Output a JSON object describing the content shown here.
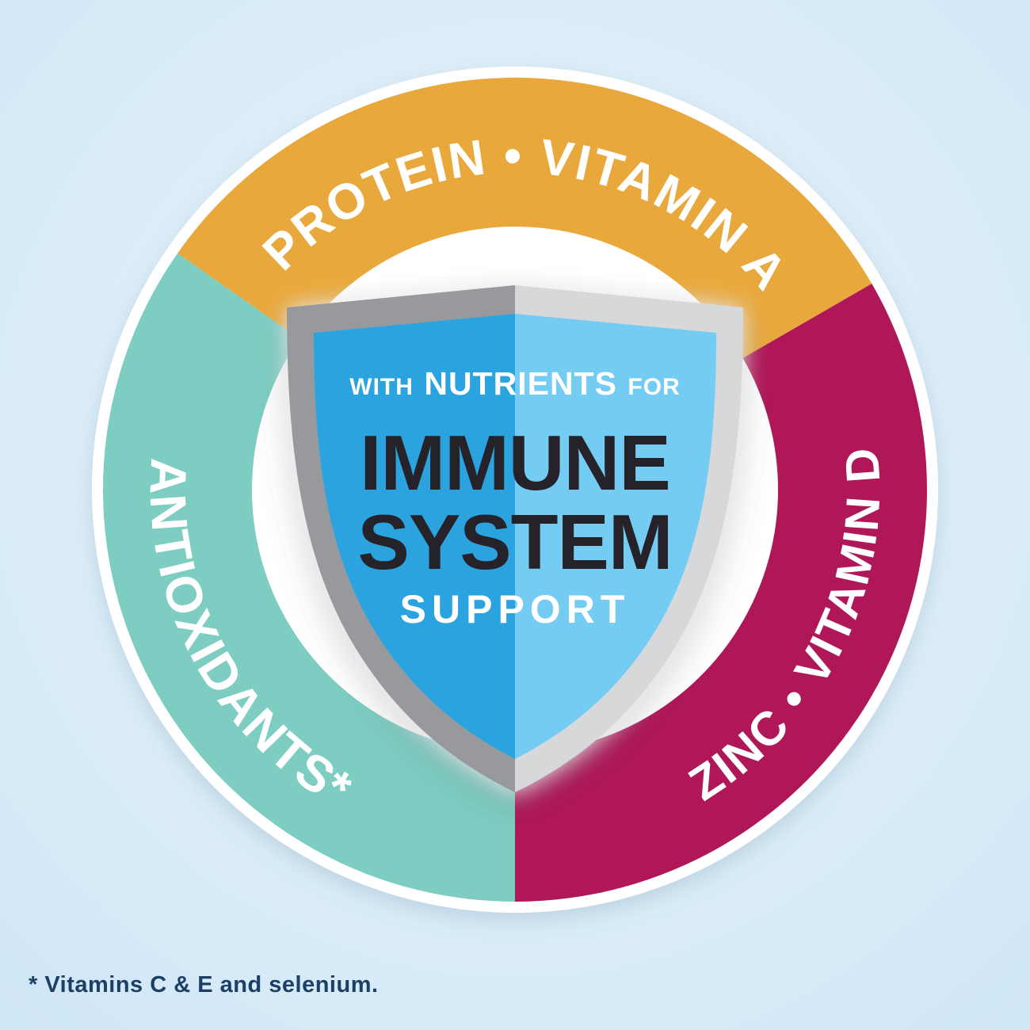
{
  "background": {
    "inner": "#eef7fd",
    "outer": "#cde5f5"
  },
  "ring": {
    "text_color": "#ffffff",
    "segments": [
      {
        "name": "protein-vitamin-a",
        "label": "PROTEIN • VITAMIN A",
        "color": "#e9a83b"
      },
      {
        "name": "antioxidants",
        "label": "ANTIOXIDANTS*",
        "color": "#7dcdc2"
      },
      {
        "name": "zinc-vitamin-d",
        "label": "ZINC • VITAMIN D",
        "color": "#b01759"
      }
    ]
  },
  "shield": {
    "with_label": "WITH",
    "nutrients_label": "NUTRIENTS",
    "for_label": "FOR",
    "title_line1": "IMMUNE",
    "title_line2": "SYSTEM",
    "support_label": "SUPPORT",
    "colors": {
      "left_blue": "#2aa3de",
      "right_blue": "#74ccf3",
      "left_border": "#98999c",
      "right_border": "#d7d8da",
      "title": "#26222b",
      "light_text": "#ffffff"
    }
  },
  "footnote": {
    "text": "* Vitamins C & E and selenium.",
    "color": "#1c3f66"
  }
}
